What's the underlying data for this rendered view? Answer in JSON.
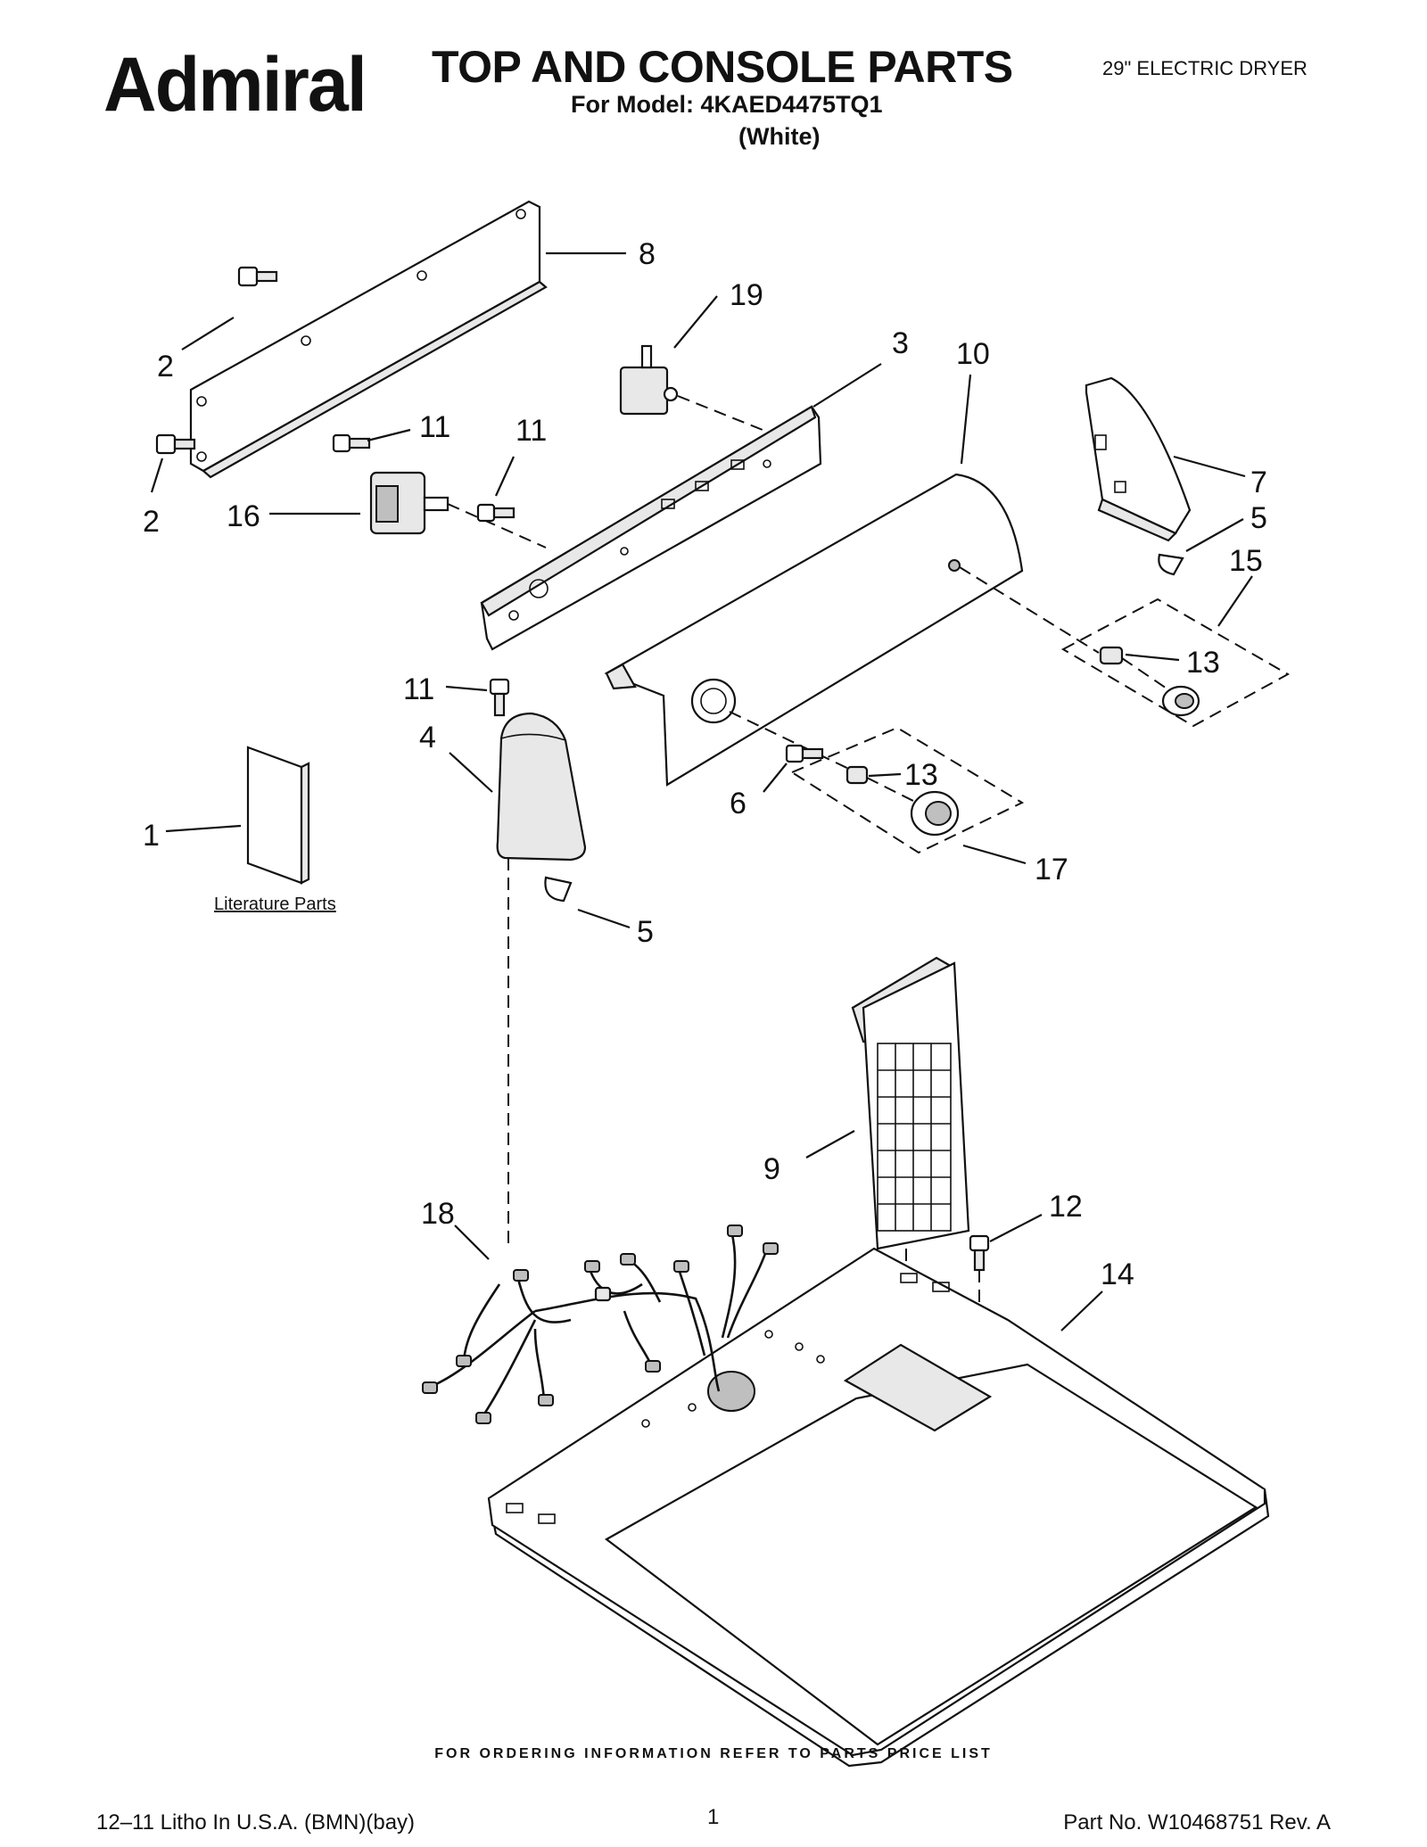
{
  "header": {
    "brand": "Admiral",
    "title": "TOP AND CONSOLE PARTS",
    "model_line": "For Model: 4KAED4475TQ1",
    "color_line": "(White)",
    "product_type": "29\" ELECTRIC DRYER"
  },
  "diagram": {
    "callouts": [
      {
        "id": "c8",
        "label": "8"
      },
      {
        "id": "c19",
        "label": "19"
      },
      {
        "id": "c3",
        "label": "3"
      },
      {
        "id": "c10",
        "label": "10"
      },
      {
        "id": "c2a",
        "label": "2"
      },
      {
        "id": "c2b",
        "label": "2"
      },
      {
        "id": "c11a",
        "label": "11"
      },
      {
        "id": "c11b",
        "label": "11"
      },
      {
        "id": "c16",
        "label": "16"
      },
      {
        "id": "c7",
        "label": "7"
      },
      {
        "id": "c5a",
        "label": "5"
      },
      {
        "id": "c15",
        "label": "15"
      },
      {
        "id": "c13a",
        "label": "13"
      },
      {
        "id": "c11c",
        "label": "11"
      },
      {
        "id": "c4",
        "label": "4"
      },
      {
        "id": "c1",
        "label": "1"
      },
      {
        "id": "c6",
        "label": "6"
      },
      {
        "id": "c13b",
        "label": "13"
      },
      {
        "id": "c17",
        "label": "17"
      },
      {
        "id": "c5b",
        "label": "5"
      },
      {
        "id": "c9",
        "label": "9"
      },
      {
        "id": "c18",
        "label": "18"
      },
      {
        "id": "c12",
        "label": "12"
      },
      {
        "id": "c14",
        "label": "14"
      }
    ],
    "literature_label": "Literature Parts"
  },
  "footer": {
    "ordering_note": "FOR ORDERING INFORMATION REFER TO PARTS PRICE LIST",
    "litho": "12–11 Litho In U.S.A. (BMN)(bay)",
    "page_number": "1",
    "part_number": "Part No. W10468751 Rev. A"
  }
}
